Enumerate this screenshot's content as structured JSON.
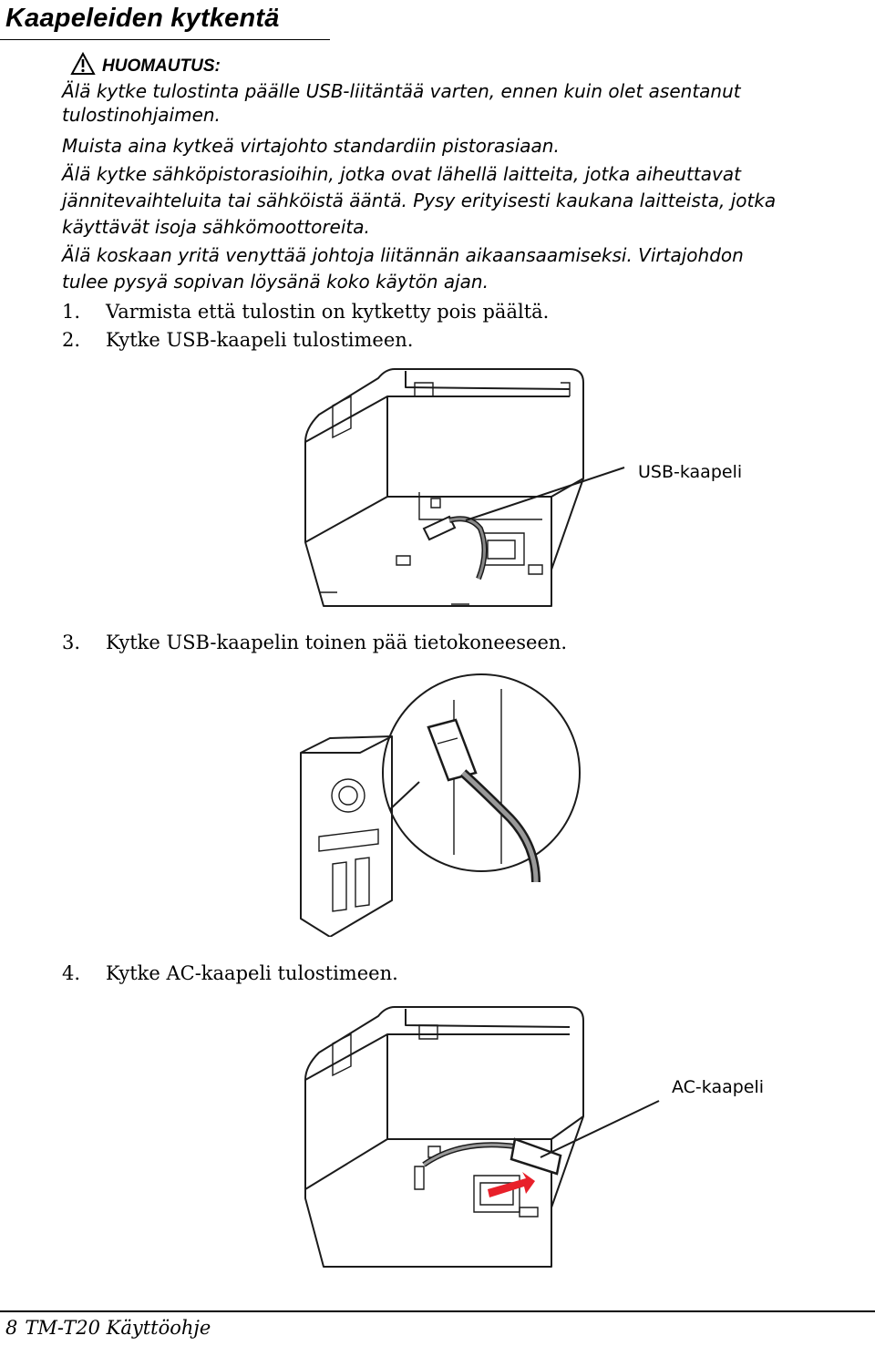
{
  "heading": "Kaapeleiden kytkentä",
  "note": {
    "title": "HUOMAUTUS:",
    "icon": "warning-triangle-icon",
    "paragraphs": [
      [
        "Älä kytke tulostinta päälle USB-liitäntää varten, ennen kuin olet asentanut",
        "tulostinohjaimen."
      ],
      [
        "Muista aina kytkeä virtajohto standardiin pistorasiaan."
      ],
      [
        "Älä kytke sähköpistorasioihin, jotka ovat lähellä laitteita, jotka aiheuttavat",
        "jännitevaihteluita tai sähköistä ääntä.  Pysy erityisesti kaukana laitteista, jotka",
        "käyttävät isoja sähkömoottoreita."
      ],
      [
        "Älä koskaan yritä venyttää johtoja liitännän aikaansaamiseksi. Virtajohdon",
        "tulee pysyä sopivan löysänä koko käytön ajan."
      ]
    ]
  },
  "steps": [
    {
      "num": "1.",
      "text": "Varmista että tulostin on kytketty pois päältä."
    },
    {
      "num": "2.",
      "text": "Kytke USB-kaapeli tulostimeen."
    },
    {
      "num": "3.",
      "text": "Kytke USB-kaapelin toinen pää tietokoneeseen."
    },
    {
      "num": "4.",
      "text": "Kytke AC-kaapeli tulostimeen."
    }
  ],
  "callouts": {
    "usb": "USB-kaapeli",
    "ac": "AC-kaapeli"
  },
  "footer": {
    "page_number": "8",
    "manual_title": "TM-T20 Käyttöohje"
  },
  "colors": {
    "text": "#000000",
    "arrow": "#e8202a"
  }
}
